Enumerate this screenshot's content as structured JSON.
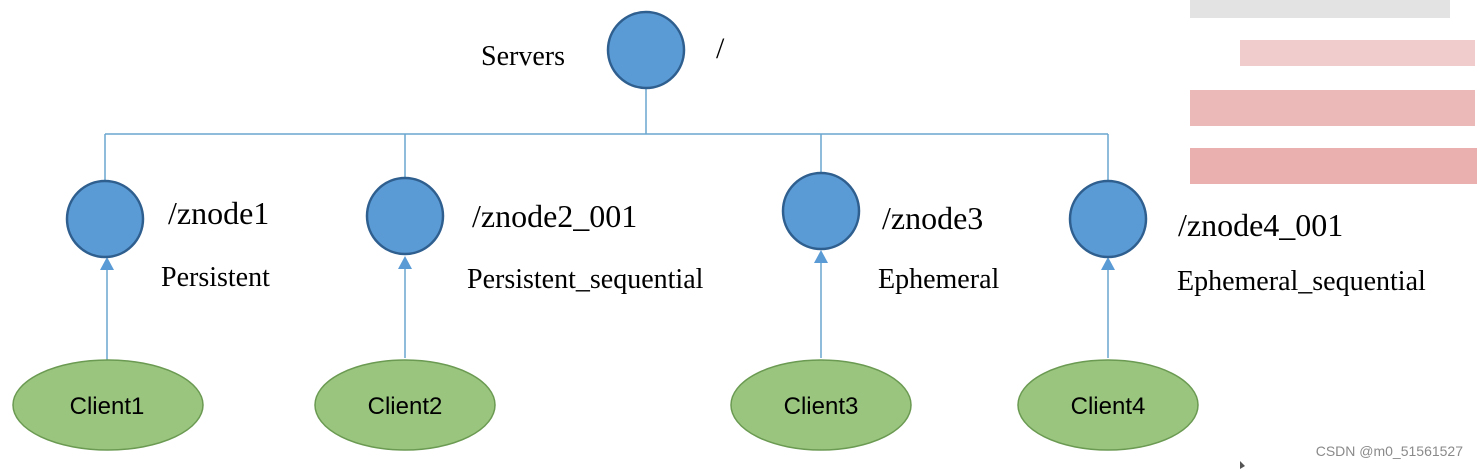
{
  "root": {
    "label": "Servers",
    "path": "/"
  },
  "znodes": [
    {
      "path": "/znode1",
      "type": "Persistent",
      "client": "Client1"
    },
    {
      "path": "/znode2_001",
      "type": "Persistent_sequential",
      "client": "Client2"
    },
    {
      "path": "/znode3",
      "type": "Ephemeral",
      "client": "Client3"
    },
    {
      "path": "/znode4_001",
      "type": "Ephemeral_sequential",
      "client": "Client4"
    }
  ],
  "watermark": "CSDN @m0_51561527",
  "colors": {
    "node_fill": "#5b9bd5",
    "node_stroke": "#2f5f8f",
    "client_fill": "#9ac57f",
    "client_stroke": "#6b9a52",
    "connector": "#6aa6cf",
    "redacted": "#e8a0a0"
  }
}
